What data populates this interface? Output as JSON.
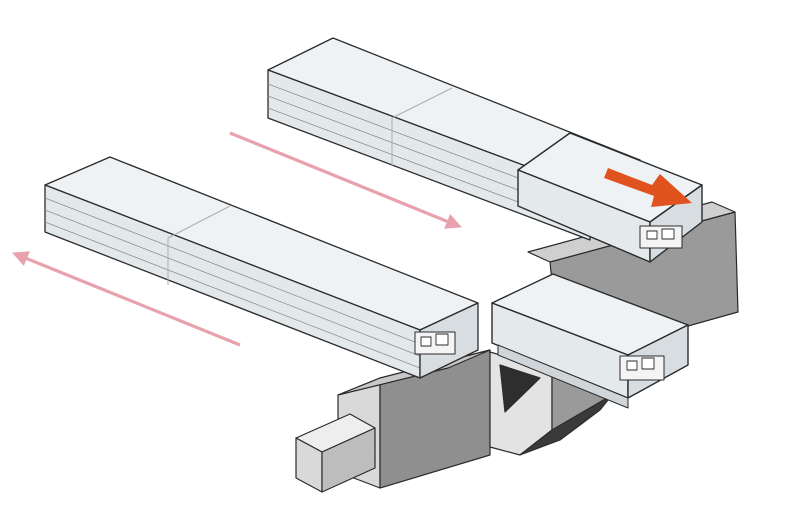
{
  "figure": {
    "kind": "isometric-mechanical-diagram",
    "labels": []
  },
  "colors": {
    "background": "#ffffff",
    "outline": "#2b2b2b",
    "panel_top": "#eef2f4",
    "panel_side": "#e4e9ec",
    "panel_edge": "#d7dde1",
    "frame_dark": "#8f8f8f",
    "frame_mid": "#b9b9b9",
    "frame_light": "#d6d6d6",
    "flow_arrow": "#e8a2ad",
    "push_arrow": "#e0531e"
  },
  "arrows": [
    {
      "role": "upper-lane-flow",
      "direction": "down-right"
    },
    {
      "role": "lower-lane-flow",
      "direction": "up-left"
    },
    {
      "role": "transfer-push",
      "direction": "right"
    }
  ]
}
